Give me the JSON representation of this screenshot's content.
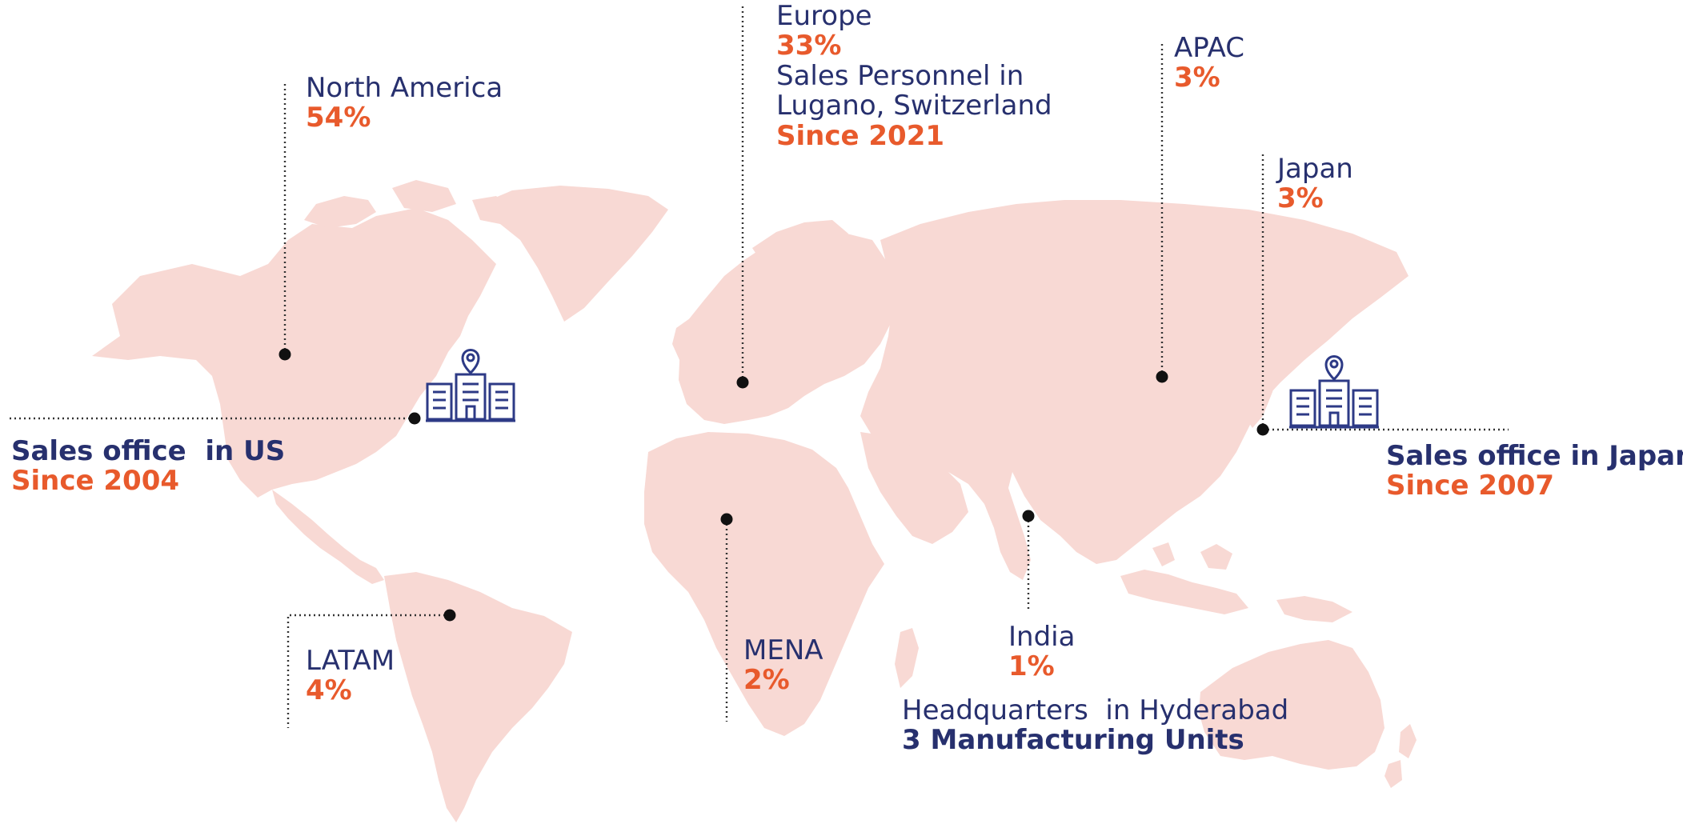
{
  "colors": {
    "land": "#f8d9d4",
    "navy": "#27306e",
    "accent": "#e85a2c",
    "icon": "#2d3a86"
  },
  "regions": [
    {
      "id": "north_america",
      "name": "North America",
      "share": "54%"
    },
    {
      "id": "europe",
      "name": "Europe",
      "share": "33%",
      "note_lines": [
        "Sales Personnel in",
        "Lugano, Switzerland"
      ],
      "since": "Since 2021"
    },
    {
      "id": "apac",
      "name": "APAC",
      "share": "3%"
    },
    {
      "id": "japan",
      "name": "Japan",
      "share": "3%"
    },
    {
      "id": "latam",
      "name": "LATAM",
      "share": "4%"
    },
    {
      "id": "mena",
      "name": "MENA",
      "share": "2%"
    },
    {
      "id": "india",
      "name": "India",
      "share": "1%",
      "note": "Headquarters  in Hyderabad",
      "detail": "3 Manufacturing Units"
    }
  ],
  "offices": [
    {
      "id": "us",
      "title": "Sales office  in US",
      "since": "Since 2004",
      "icon": "office-building-pin-icon"
    },
    {
      "id": "japan",
      "title": "Sales office in Japan",
      "since": "Since 2007",
      "icon": "office-building-pin-icon"
    }
  ]
}
